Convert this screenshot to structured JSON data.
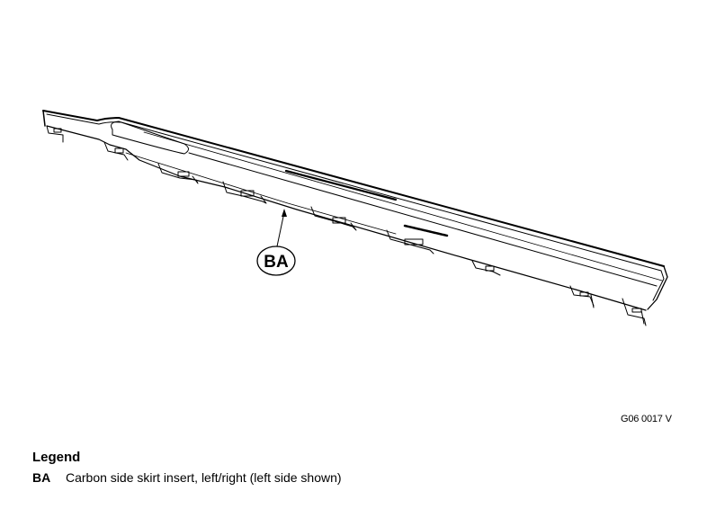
{
  "diagram": {
    "callouts": [
      {
        "label": "BA"
      }
    ],
    "figure_reference": "G06 0017 V"
  },
  "legend": {
    "title": "Legend",
    "items": [
      {
        "key": "BA",
        "description": "Carbon side skirt insert, left/right (left side shown)"
      }
    ]
  }
}
